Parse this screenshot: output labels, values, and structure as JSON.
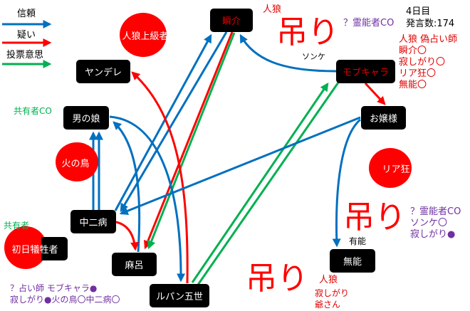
{
  "legend": [
    {
      "label": "信頼",
      "color": "#0070c0"
    },
    {
      "label": "疑い",
      "color": "#ff0000"
    },
    {
      "label": "投票意思",
      "color": "#00b050"
    }
  ],
  "status": {
    "day": "4日目",
    "posts": "発言数:174"
  },
  "nodes": {
    "jinrou_joukyu": "人狼上級者",
    "yandere": "ヤンデレ",
    "shunsuke": "瞬介",
    "mobu": "モブキャラ",
    "ojousama": "お嬢様",
    "otokonoko": "男の娘",
    "hinotori": "火の鳥",
    "chuunibyou": "中二病",
    "shonichi": "初日犠牲者",
    "maro": "麻呂",
    "lupin": "ルパン五世",
    "riakyou": "リア狂",
    "munou": "無能"
  },
  "annotations": {
    "shunsuke_role": "人狼",
    "hang": "吊り",
    "hang_sub1": "ソンケ",
    "medium_co_top": "？霊能者CO",
    "mobu_notes": [
      "人狼 偽占い師",
      "瞬介〇",
      "寂しがり〇",
      "リア狂〇",
      "無能〇"
    ],
    "sharer_co": "共有者CO",
    "sharer": "共有者",
    "seer_notes": [
      "？占い師 モブキャラ●",
      "寂しがり●火の鳥〇中二病〇"
    ],
    "medium_notes": [
      "？霊能者CO",
      "ソンケ〇",
      "寂しがり●"
    ],
    "yuunou": "有能",
    "sabishigari": "寂しがり",
    "ojisan": "爺さん",
    "bottom_wolf": "人狼"
  },
  "colors": {
    "trust": "#0070c0",
    "doubt": "#ff0000",
    "vote": "#00b050"
  }
}
